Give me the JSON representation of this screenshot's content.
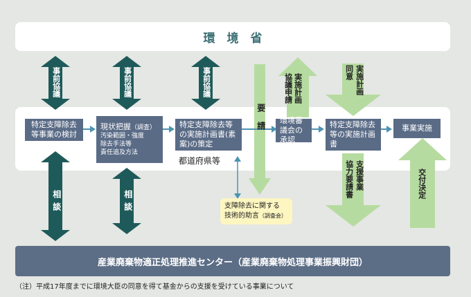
{
  "top_banner": "環　境　省",
  "bottom_banner": "産業廃棄物適正処理推進センター（産業廃棄物処理事業振興財団）",
  "note": "（注）平成17年度までに環境大臣の同意を得て基金からの支援を受けている事業について",
  "arrows": {
    "prior_consult": "事前協議",
    "consult": "相談",
    "request": "要請",
    "plan_apply_1": "実施計画",
    "plan_apply_2": "協議申請",
    "plan_agree_1": "実施計画",
    "plan_agree_2": "同意",
    "support_req_1": "支援事業",
    "support_req_2": "協力要請書",
    "grant": "交付決定"
  },
  "boxes": {
    "b1": "特定支障除去等事業の検討",
    "b2_title": "現状把握",
    "b2_paren": "（調査）",
    "b2_items": [
      "汚染範囲・強度",
      "除去手法等",
      "責任追及方法"
    ],
    "b3": "特定支障除去等の実施計画書(素案)の策定",
    "b4": "環境審議会の承認",
    "b5": "特定支障除去等の実施計画書",
    "b6": "事業実施"
  },
  "prefecture_label": "都道府県等",
  "advice": {
    "line1": "支障除去に関する",
    "line2": "技術的助言",
    "paren": "（調査会）"
  },
  "colors": {
    "background": "#e4e7e3",
    "dark_teal": "#1f5a5a",
    "navy_box": "#5a6b86",
    "green_arrow": "#b6dba0",
    "bottom_bar": "#5c6d86",
    "advice_bg": "#fdf6c1"
  }
}
